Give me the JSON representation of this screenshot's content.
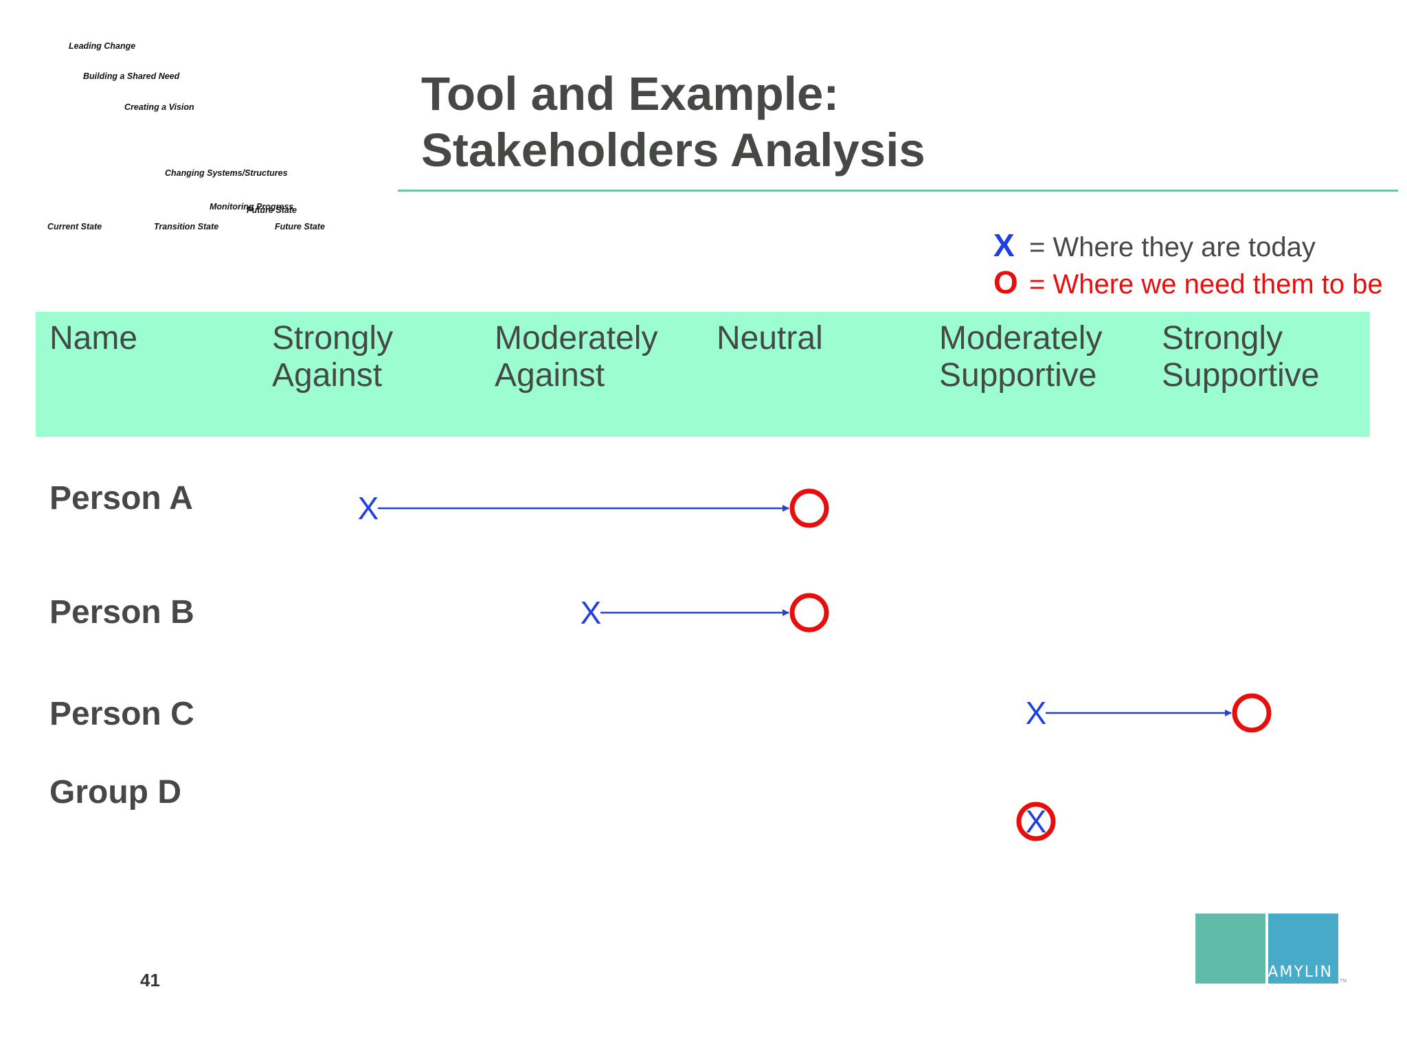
{
  "thumbnail": {
    "labels": [
      "Leading Change",
      "Building a Shared Need",
      "Creating a Vision",
      "Changing Systems/Structures",
      "Monitoring Progress",
      "Future State",
      "Current State",
      "Transition State",
      "Future State"
    ]
  },
  "title": {
    "line1": "Tool and Example:",
    "line2": "Stakeholders Analysis"
  },
  "legend": {
    "x_symbol": "X",
    "x_text": "= Where they are today",
    "o_symbol": "O",
    "o_text": "= Where we need them to be",
    "x_color": "#1f3fe0",
    "o_color": "#e80e0e"
  },
  "columns": [
    {
      "line1": "Name",
      "line2": ""
    },
    {
      "line1": "Strongly",
      "line2": "Against"
    },
    {
      "line1": "Moderately",
      "line2": "Against"
    },
    {
      "line1": "Neutral",
      "line2": ""
    },
    {
      "line1": "Moderately",
      "line2": "Supportive"
    },
    {
      "line1": "Strongly",
      "line2": "Supportive"
    }
  ],
  "rows": [
    {
      "name": "Person A",
      "current": "Strongly Against",
      "target": "Neutral",
      "current_mark": "X"
    },
    {
      "name": "Person B",
      "current": "Moderately Against",
      "target": "Neutral",
      "current_mark": "X"
    },
    {
      "name": "Person C",
      "current": "Moderately Supportive",
      "target": "Strongly Supportive",
      "current_mark": "X"
    },
    {
      "name": "Group D",
      "current": "Moderately Supportive",
      "target": "Moderately Supportive",
      "current_mark": "X"
    }
  ],
  "page_number": "41",
  "logo": {
    "text": "AMYLIN",
    "tm": "TM"
  }
}
